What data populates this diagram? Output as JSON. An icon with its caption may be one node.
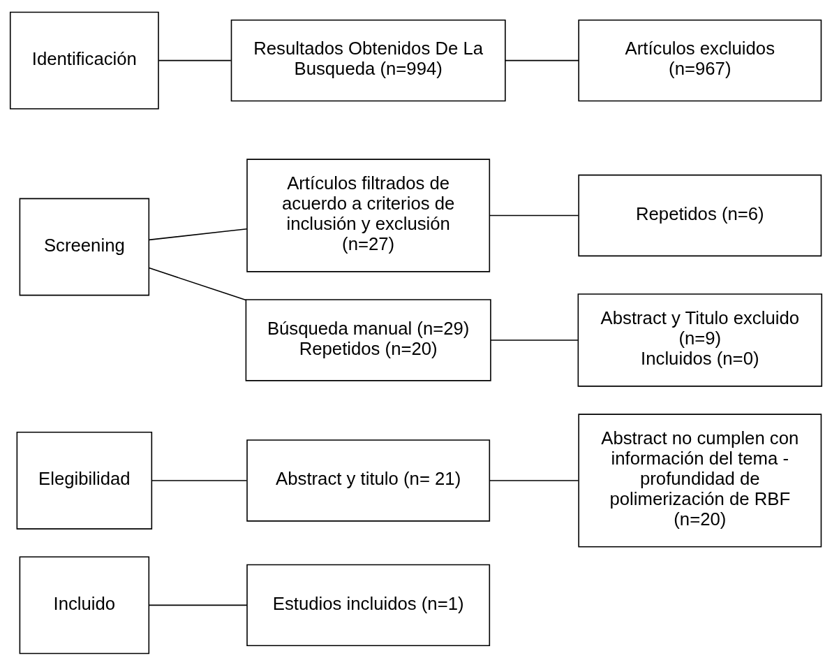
{
  "diagram": {
    "nodes": [
      {
        "text": [
          "Identificación"
        ]
      },
      {
        "text": [
          "Resultados Obtenidos De La Busqueda (n=994)"
        ]
      },
      {
        "text": [
          "Artículos excluidos (n=967)"
        ]
      },
      {
        "text": [
          "Screening"
        ]
      },
      {
        "text": [
          "Artículos filtrados de acuerdo a criterios de inclusión y exclusión (n=27)"
        ]
      },
      {
        "text": [
          "Repetidos (n=6)"
        ]
      },
      {
        "text": [
          "Búsqueda manual (n=29)",
          "Repetidos (n=20)"
        ]
      },
      {
        "text": [
          "Abstract y Titulo excluido (n=9)",
          "Incluidos (n=0)"
        ]
      },
      {
        "text": [
          "Elegibilidad"
        ]
      },
      {
        "text": [
          "Abstract y titulo (n= 21)"
        ]
      },
      {
        "text": [
          "Abstract no cumplen con información del tema - profundidad de polimerización de RBF (n=20)"
        ]
      },
      {
        "text": [
          "Incluido"
        ]
      },
      {
        "text": [
          "Estudios incluidos (n=1)"
        ]
      }
    ],
    "edges": [
      {
        "from": 0,
        "to": 1,
        "arrow": "none"
      },
      {
        "from": 1,
        "to": 2,
        "arrow": "none"
      },
      {
        "from": 3,
        "to": 4,
        "arrow": "none"
      },
      {
        "from": 3,
        "to": 6,
        "arrow": "none"
      },
      {
        "from": 4,
        "to": 5,
        "arrow": "none"
      },
      {
        "from": 6,
        "to": 7,
        "arrow": "none"
      },
      {
        "from": 8,
        "to": 9,
        "arrow": "none"
      },
      {
        "from": 9,
        "to": 10,
        "arrow": "none"
      },
      {
        "from": 11,
        "to": 12,
        "arrow": "none"
      }
    ]
  }
}
